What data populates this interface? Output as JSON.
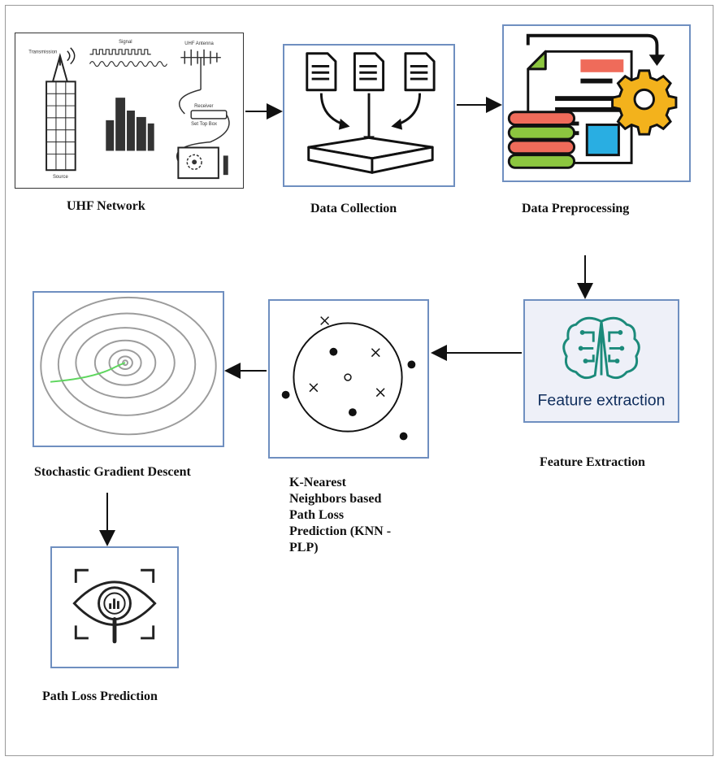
{
  "nodes": {
    "uhf": {
      "label": "UHF Network",
      "icon": "uhf-network-illustration",
      "annotations": {
        "transmission": "Transmission",
        "signal": "Signal",
        "antenna": "UHF Antenna",
        "receiver": "Receiver",
        "set_top_box": "Set Top Box",
        "source": "Source"
      }
    },
    "collection": {
      "label": "Data Collection",
      "icon": "documents-into-tray-icon"
    },
    "preprocessing": {
      "label": "Data Preprocessing",
      "icon": "document-database-gear-icon"
    },
    "feature": {
      "label": "Feature Extraction",
      "icon_caption": "Feature extraction",
      "icon": "brain-circuit-icon"
    },
    "knn": {
      "label_lines": [
        "K-Nearest",
        "Neighbors based",
        "Path Loss",
        "Prediction (KNN -",
        "PLP)"
      ],
      "icon": "knn-scatter-icon"
    },
    "sgd": {
      "label": "Stochastic Gradient Descent",
      "icon": "contour-gradient-icon"
    },
    "prediction": {
      "label": "Path Loss Prediction",
      "icon": "eye-magnifier-icon"
    }
  },
  "colors": {
    "box_border": "#6f8fc0",
    "feature_fill": "#eef0f8",
    "gear": "#f3b21c",
    "db_red": "#ef6b5a",
    "db_green": "#8cc63f",
    "teal": "#1b8a7a",
    "gradient_path": "#5ed65e"
  }
}
